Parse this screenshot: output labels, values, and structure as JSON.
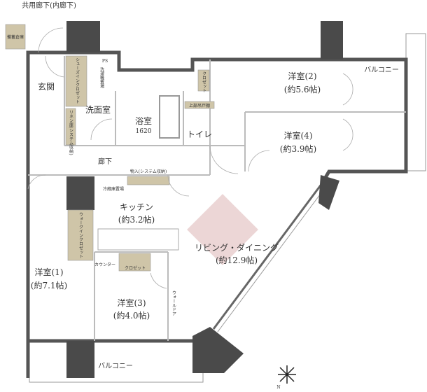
{
  "header": {
    "corridor_label": "共用廊下(内廊下)"
  },
  "rooms": {
    "entrance": "玄関",
    "washroom": "洗面室",
    "bath": {
      "name": "浴室",
      "size": "1620"
    },
    "toilet": "トイレ",
    "western2": {
      "name": "洋室(2)",
      "area": "(約5.6帖)"
    },
    "western4": {
      "name": "洋室(4)",
      "area": "(約3.9帖)"
    },
    "hall": "廊下",
    "kitchen": {
      "name": "キッチン",
      "area": "(約3.2帖)"
    },
    "living": {
      "name": "リビング・ダイニング",
      "area": "(約12.9帖)"
    },
    "western1": {
      "name": "洋室(1)",
      "area": "(約7.1帖)"
    },
    "western3": {
      "name": "洋室(3)",
      "area": "(約4.0帖)"
    },
    "balcony_right": "バルコニー",
    "balcony_bottom": "バルコニー"
  },
  "fixtures": {
    "emergency_storage": "備蓄倉庫",
    "shoes_closet": "シューズインクロゼット",
    "washer": "洗濯機置場",
    "ps": "PS",
    "linen": "リネン庫(システム収納)",
    "closet": "クロゼット",
    "upper_cabinet": "上部吊戸棚",
    "storage": "物入(システム収納)",
    "fridge": "冷蔵庫置場",
    "walkin": "ウォークインクロゼット",
    "counter": "カウンター",
    "wall_door": "ウォールドア"
  },
  "compass": {
    "north": "N",
    "icon": "compass-rose-icon"
  },
  "colors": {
    "living_highlight": "#ecd6d6",
    "storage": "#cfc5a8",
    "column": "#4a4a4a"
  }
}
